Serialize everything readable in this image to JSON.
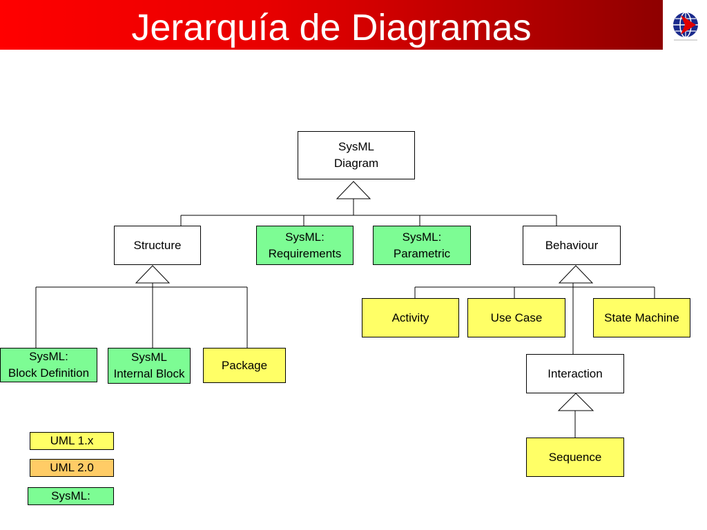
{
  "header": {
    "title": "Jerarquía de Diagramas",
    "logo_icon": "globe-logo-icon"
  },
  "colors": {
    "uml1x": "#ffff66",
    "uml20": "#ffcc66",
    "sysml": "#7dfc94",
    "header": "#d00000"
  },
  "nodes": {
    "root": "SysML\nDiagram",
    "structure": "Structure",
    "requirements": "SysML:\nRequirements",
    "parametric": "SysML:\nParametric",
    "behaviour": "Behaviour",
    "block_definition": "SysML:\nBlock Definition",
    "internal_block": "SysML\nInternal Block",
    "package": "Package",
    "activity": "Activity",
    "use_case": "Use Case",
    "state_machine": "State Machine",
    "interaction": "Interaction",
    "sequence": "Sequence"
  },
  "legend": [
    {
      "label": "UML 1.x",
      "color": "#ffff66"
    },
    {
      "label": "UML 2.0",
      "color": "#ffcc66"
    },
    {
      "label": "SysML:",
      "color": "#7dfc94"
    }
  ]
}
